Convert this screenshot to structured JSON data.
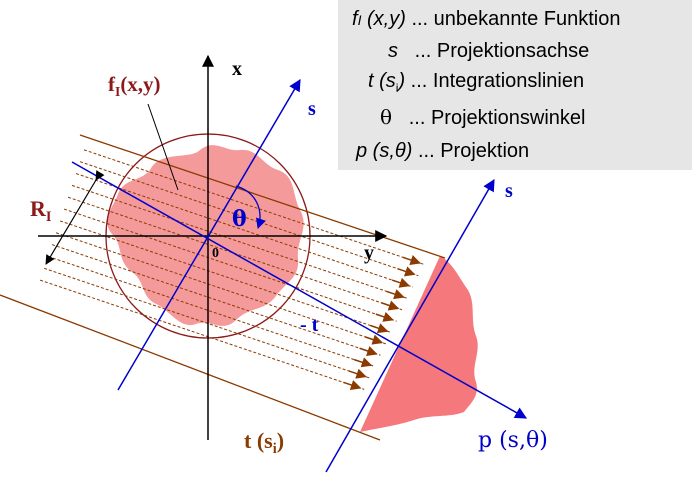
{
  "legend": [
    {
      "sym": "f",
      "sub": "I",
      "arg": " (x,y)",
      "text": " ... unbekannte Funktion"
    },
    {
      "sym": "s",
      "sub": "",
      "arg": "",
      "text": "   ... Projektionsachse"
    },
    {
      "sym": "t",
      "sub": "",
      "arg": " (s",
      "argsub": "i",
      "argend": ")",
      "text": " ... Integrationslinien"
    },
    {
      "sym": "θ",
      "sub": "",
      "arg": "",
      "text": "   ... Projektionswinkel"
    },
    {
      "sym": "p",
      "sub": "",
      "arg": " (s,θ)",
      "text": " ... Projektion"
    }
  ],
  "labels": {
    "x_axis": "x",
    "y_axis": "y",
    "origin": "0",
    "s_axis": "s",
    "s_axis2": "s",
    "theta": "θ",
    "minus_t": "- t",
    "f": "f",
    "f_sub": "I",
    "f_arg": "(x,y)",
    "R": "R",
    "R_sub": "I",
    "t_main": "t (s",
    "t_sub": "i",
    "t_end": ")",
    "p": "p (s,θ)"
  },
  "colors": {
    "object_fill": "#f59a9a",
    "projection_fill": "#f4787c",
    "axis_blue": "#0000cc",
    "brown": "#8b3a00",
    "dark_red": "#8b1a1a"
  }
}
